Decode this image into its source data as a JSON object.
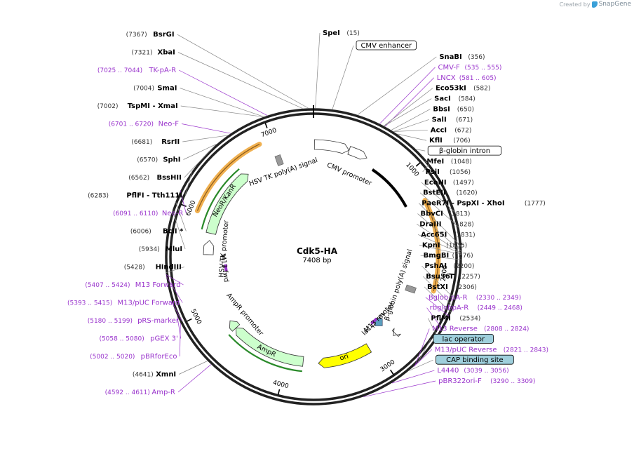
{
  "credit": {
    "prefix": "Created by",
    "brand": "SnapGene"
  },
  "plasmid": {
    "name": "Cdk5-HA",
    "size_label": "7408 bp",
    "length": 7408
  },
  "ticks": [
    {
      "pos": 1000,
      "label": "1000"
    },
    {
      "pos": 2000,
      "label": "2000"
    },
    {
      "pos": 3000,
      "label": "3000"
    },
    {
      "pos": 4000,
      "label": "4000"
    },
    {
      "pos": 5000,
      "label": "5000"
    },
    {
      "pos": 6000,
      "label": "6000"
    },
    {
      "pos": 7000,
      "label": "7000"
    }
  ],
  "features": [
    {
      "name": "CMV enhancer",
      "start": 10,
      "end": 380,
      "kind": "enhancer",
      "color": "#ffffff",
      "label": ""
    },
    {
      "name": "CMV promoter",
      "start": 381,
      "end": 584,
      "kind": "promoter",
      "color": "#ffffff",
      "label": "CMV promoter"
    },
    {
      "name": "beta-globin intron",
      "start": 700,
      "end": 1270,
      "kind": "intron",
      "color": "#000000",
      "label": ""
    },
    {
      "name": "Cdk5-HA",
      "start": 1300,
      "end": 2180,
      "kind": "orf",
      "color": "#f0c080",
      "label": ""
    },
    {
      "name": "beta-globin polyA",
      "start": 2200,
      "end": 2260,
      "kind": "polya",
      "color": "#999999",
      "label": "β-globin poly(A) signal"
    },
    {
      "name": "lac promoter",
      "start": 2740,
      "end": 2770,
      "kind": "promoter",
      "color": "#ffffff",
      "label": "lac promoter"
    },
    {
      "name": "lac operator",
      "start": 2780,
      "end": 2796,
      "kind": "operator",
      "color": "#5b9fbf",
      "label": ""
    },
    {
      "name": "M13 rev",
      "start": 2805,
      "end": 2822,
      "kind": "primer",
      "color": "#9933cc",
      "label": "M13 rev"
    },
    {
      "name": "ori",
      "start": 3060,
      "end": 3650,
      "kind": "rep",
      "color": "#ffff00",
      "label": "ori"
    },
    {
      "name": "AmpR",
      "start": 3820,
      "end": 4680,
      "kind": "cds",
      "color": "#ccffcc",
      "label": "AmpR"
    },
    {
      "name": "AmpR promoter",
      "start": 4680,
      "end": 4785,
      "kind": "promoter",
      "color": "#ccffcc",
      "label": "AmpR promoter"
    },
    {
      "name": "M13 fwd",
      "start": 5398,
      "end": 5414,
      "kind": "primer",
      "color": "#9933cc",
      "label": "M13 fwd"
    },
    {
      "name": "HSV TK promoter",
      "start": 5580,
      "end": 5740,
      "kind": "promoter",
      "color": "#ffffff",
      "label": "HSV TK promoter"
    },
    {
      "name": "NeoR/KanR",
      "start": 5820,
      "end": 6620,
      "kind": "cds",
      "color": "#ccffcc",
      "label": "NeoR/KanR"
    },
    {
      "name": "HSV TK polyA",
      "start": 6980,
      "end": 7030,
      "kind": "polya",
      "color": "#999999",
      "label": "HSV TK poly(A) signal"
    }
  ],
  "orf_arcs": [
    {
      "start": 1300,
      "end": 2180,
      "color": "#f0b050"
    },
    {
      "start": 6000,
      "end": 6880,
      "color": "#f0b050"
    }
  ],
  "green_arcs": [
    {
      "start": 3820,
      "end": 4680
    },
    {
      "start": 5840,
      "end": 6580
    }
  ],
  "labels": {
    "right": [
      {
        "text": "SnaBI",
        "coord": "(356)",
        "pos": 356,
        "style": "site"
      },
      {
        "text": "CMV-F",
        "coord": "(535 .. 555)",
        "pos": 545,
        "style": "primer"
      },
      {
        "text": "LNCX",
        "coord": "(581 .. 605)",
        "pos": 593,
        "style": "primer"
      },
      {
        "text": "Eco53kI",
        "coord": "(582)",
        "pos": 582,
        "style": "site"
      },
      {
        "text": "SacI",
        "coord": "(584)",
        "pos": 584,
        "style": "site"
      },
      {
        "text": "BbsI",
        "coord": "(650)",
        "pos": 650,
        "style": "site"
      },
      {
        "text": "SalI",
        "coord": "(671)",
        "pos": 671,
        "style": "site"
      },
      {
        "text": "AccI",
        "coord": "(672)",
        "pos": 672,
        "style": "site"
      },
      {
        "text": "KflI",
        "coord": "(706)",
        "pos": 706,
        "style": "site"
      },
      {
        "text": "β-globin intron",
        "coord": "",
        "pos": 900,
        "style": "box"
      },
      {
        "text": "MfeI",
        "coord": "(1048)",
        "pos": 1048,
        "style": "site"
      },
      {
        "text": "PsiI",
        "coord": "(1056)",
        "pos": 1056,
        "style": "site"
      },
      {
        "text": "EcoNI",
        "coord": "(1497)",
        "pos": 1497,
        "style": "site"
      },
      {
        "text": "BstEII",
        "coord": "(1620)",
        "pos": 1620,
        "style": "site"
      },
      {
        "text": "PaeR7I - PspXI - XhoI",
        "coord": "(1777)",
        "pos": 1777,
        "style": "site"
      },
      {
        "text": "BbvCI",
        "coord": "(1813)",
        "pos": 1813,
        "style": "site"
      },
      {
        "text": "DraIII",
        "coord": "(1828)",
        "pos": 1828,
        "style": "site"
      },
      {
        "text": "Acc65I",
        "coord": "(1831)",
        "pos": 1831,
        "style": "site"
      },
      {
        "text": "KpnI",
        "coord": "(1835)",
        "pos": 1835,
        "style": "site"
      },
      {
        "text": "BmgBI",
        "coord": "(1876)",
        "pos": 1876,
        "style": "site"
      },
      {
        "text": "PshAI",
        "coord": "(2200)",
        "pos": 2200,
        "style": "site"
      },
      {
        "text": "Bsu36I",
        "coord": "(2257)",
        "pos": 2257,
        "style": "site"
      },
      {
        "text": "BstXI",
        "coord": "(2306)",
        "pos": 2306,
        "style": "site"
      },
      {
        "text": "Bglob-pA-R",
        "coord": "(2330 .. 2349)",
        "pos": 2340,
        "style": "primer"
      },
      {
        "text": "rbglobpA-R",
        "coord": "(2449 .. 2468)",
        "pos": 2458,
        "style": "primer"
      },
      {
        "text": "PflMI",
        "coord": "(2534)",
        "pos": 2534,
        "style": "site"
      },
      {
        "text": "M13 Reverse",
        "coord": "(2808 .. 2824)",
        "pos": 2816,
        "style": "primer"
      },
      {
        "text": "lac operator",
        "coord": "",
        "pos": 2790,
        "style": "boxblue"
      },
      {
        "text": "M13/pUC Reverse",
        "coord": "(2821 .. 2843)",
        "pos": 2832,
        "style": "primer"
      },
      {
        "text": "CAP binding site",
        "coord": "",
        "pos": 2880,
        "style": "boxblue"
      },
      {
        "text": "L4440",
        "coord": "(3039 .. 3056)",
        "pos": 3048,
        "style": "primer"
      },
      {
        "text": "pBR322ori-F",
        "coord": "(3290 .. 3309)",
        "pos": 3300,
        "style": "primer"
      }
    ],
    "left": [
      {
        "coord": "(7367)",
        "text": "BsrGI",
        "pos": 7367,
        "style": "site"
      },
      {
        "coord": "(7321)",
        "text": "XbaI",
        "pos": 7321,
        "style": "site"
      },
      {
        "coord": "(7025 .. 7044)",
        "text": "TK-pA-R",
        "pos": 7035,
        "style": "primer"
      },
      {
        "coord": "(7004)",
        "text": "SmaI",
        "pos": 7004,
        "style": "site"
      },
      {
        "coord": "(7002)",
        "text": "TspMI - XmaI",
        "pos": 7002,
        "style": "site"
      },
      {
        "coord": "(6701 .. 6720)",
        "text": "Neo-F",
        "pos": 6710,
        "style": "primer"
      },
      {
        "coord": "(6681)",
        "text": "RsrII",
        "pos": 6681,
        "style": "site"
      },
      {
        "coord": "(6570)",
        "text": "SphI",
        "pos": 6570,
        "style": "site"
      },
      {
        "coord": "(6562)",
        "text": "BssHII",
        "pos": 6562,
        "style": "site"
      },
      {
        "coord": "(6283)",
        "text": "PflFI - Tth111I",
        "pos": 6283,
        "style": "site"
      },
      {
        "coord": "(6091 .. 6110)",
        "text": "Neo-R",
        "pos": 6100,
        "style": "primer"
      },
      {
        "coord": "(6006)",
        "text": "BclI *",
        "pos": 6006,
        "style": "site"
      },
      {
        "coord": "(5934)",
        "text": "MluI",
        "pos": 5934,
        "style": "site"
      },
      {
        "coord": "(5428)",
        "text": "HindIII",
        "pos": 5428,
        "style": "site"
      },
      {
        "coord": "(5407 .. 5424)",
        "text": "M13 Forward",
        "pos": 5415,
        "style": "primer"
      },
      {
        "coord": "(5393 .. 5415)",
        "text": "M13/pUC Forward",
        "pos": 5404,
        "style": "primer"
      },
      {
        "coord": "(5180 .. 5199)",
        "text": "pRS-marker",
        "pos": 5190,
        "style": "primer"
      },
      {
        "coord": "(5058 .. 5080)",
        "text": "pGEX 3'",
        "pos": 5069,
        "style": "primer"
      },
      {
        "coord": "(5002 .. 5020)",
        "text": "pBRforEco",
        "pos": 5011,
        "style": "primer"
      },
      {
        "coord": "(4641)",
        "text": "XmnI",
        "pos": 4641,
        "style": "site"
      },
      {
        "coord": "(4592 .. 4611)",
        "text": "Amp-R",
        "pos": 4601,
        "style": "primer"
      }
    ],
    "top": [
      {
        "text": "SpeI",
        "coord": "(15)",
        "pos": 15,
        "style": "site"
      },
      {
        "text": "CMV enhancer",
        "coord": "",
        "pos": 150,
        "style": "box"
      }
    ]
  },
  "colors": {
    "primer": "#9933cc",
    "site": "#000000",
    "coord": "#333333",
    "box_blue": "#9fcfdc"
  }
}
